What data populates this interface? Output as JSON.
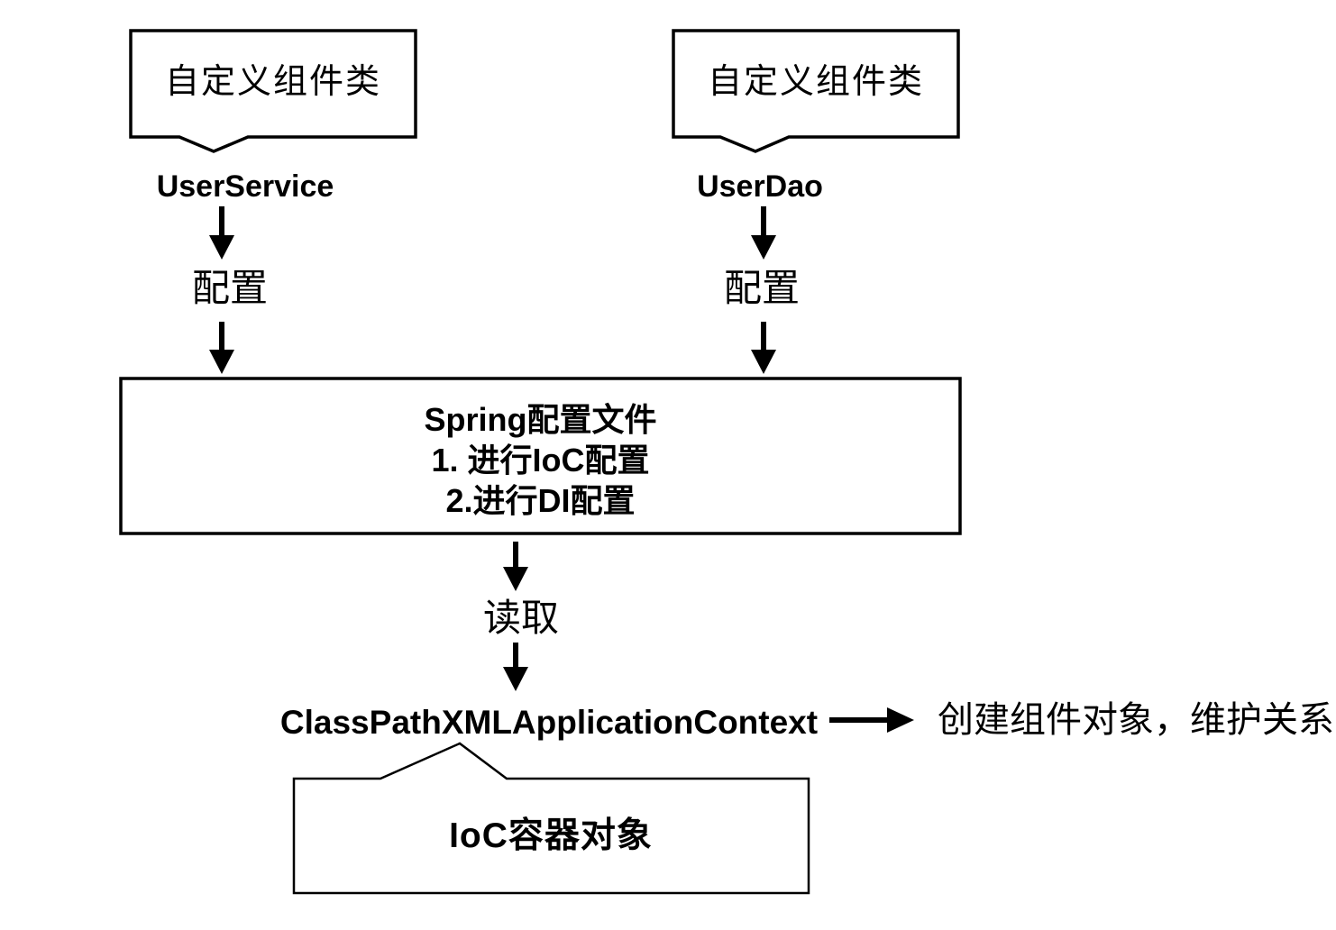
{
  "diagram": {
    "nodes": {
      "custom_component_left": "自定义组件类",
      "custom_component_right": "自定义组件类",
      "user_service": "UserService",
      "user_dao": "UserDao",
      "config_left": "配置",
      "config_right": "配置",
      "spring_config_line1": "Spring配置文件",
      "spring_config_line2": "1. 进行IoC配置",
      "spring_config_line3": "2.进行DI配置",
      "read": "读取",
      "classpath_context": "ClassPathXMLApplicationContext",
      "create_note": "创建组件对象，维护关系",
      "ioc_container": "IoC容器对象"
    },
    "colors": {
      "stroke": "#000000",
      "background": "#ffffff",
      "text": "#000000"
    }
  }
}
